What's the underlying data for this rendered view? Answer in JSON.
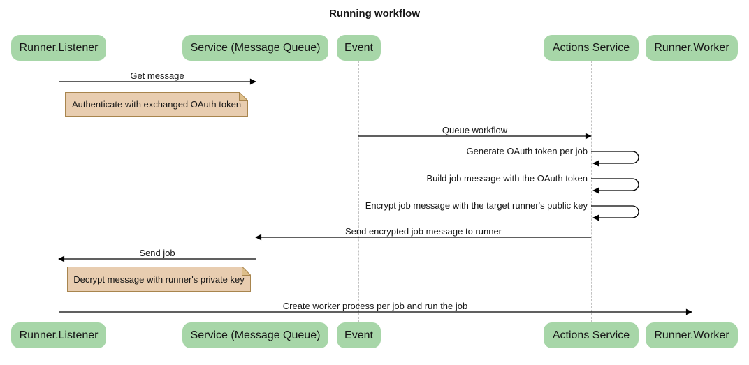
{
  "title": "Running workflow",
  "participants": [
    {
      "label": "Runner.Listener"
    },
    {
      "label": "Service (Message Queue)"
    },
    {
      "label": "Event"
    },
    {
      "label": "Actions Service"
    },
    {
      "label": "Runner.Worker"
    }
  ],
  "messages": [
    {
      "from": "Runner.Listener",
      "to": "Service (Message Queue)",
      "label": "Get message"
    },
    {
      "from": "Event",
      "to": "Actions Service",
      "label": "Queue workflow"
    },
    {
      "from": "Actions Service",
      "to": "Actions Service",
      "label": "Generate OAuth token per job"
    },
    {
      "from": "Actions Service",
      "to": "Actions Service",
      "label": "Build job message with the OAuth token"
    },
    {
      "from": "Actions Service",
      "to": "Actions Service",
      "label": "Encrypt job message with the target runner's public key"
    },
    {
      "from": "Actions Service",
      "to": "Service (Message Queue)",
      "label": "Send encrypted job message to runner"
    },
    {
      "from": "Service (Message Queue)",
      "to": "Runner.Listener",
      "label": "Send job"
    },
    {
      "from": "Runner.Listener",
      "to": "Runner.Worker",
      "label": "Create worker process per job and run the job"
    }
  ],
  "notes": [
    {
      "over": "Runner.Listener",
      "text": "Authenticate with exchanged OAuth token"
    },
    {
      "over": "Runner.Listener",
      "text": "Decrypt message with runner's private key"
    }
  ],
  "colors": {
    "participant_fill": "#a7d6a8",
    "note_fill": "#e8cdb0",
    "note_border": "#a8854e",
    "note_fold": "#ddbe8a",
    "lifeline": "#c2c2c2",
    "arrow": "#000000"
  }
}
